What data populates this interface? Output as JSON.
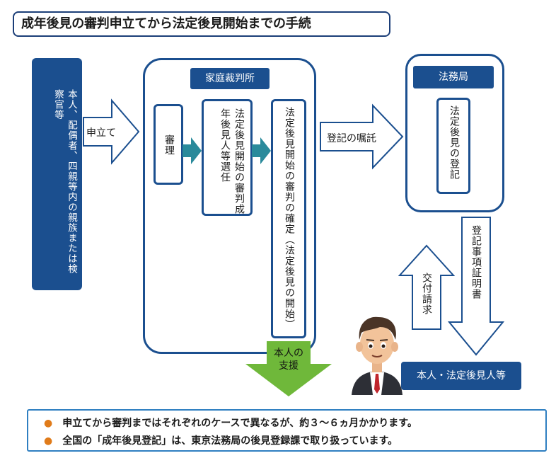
{
  "title": "成年後見の審判申立てから法定後見開始までの手続",
  "applicant": "本人、配偶者、四親等内の親族または検察官等",
  "arrow_petition": "申立て",
  "family_court": {
    "label": "家庭裁判所",
    "steps": [
      "審理",
      "法定後見開始の審判成年後見人等選任",
      "法定後見開始の審判の確定（法定後見の開始）"
    ]
  },
  "arrow_registration_request": "登記の嘱託",
  "legal_affairs_bureau": {
    "label": "法務局",
    "step": "法定後見の登記"
  },
  "arrow_certificate": "登記事項証明書",
  "arrow_issue_request": "交付請求",
  "support_label": "本人の支援",
  "person_label": "本人・法定後見人等",
  "notes": [
    "申立てから審判まではそれぞれのケースで異なるが、約３～６ヵ月かかります。",
    "全国の「成年後見登記」は、東京法務局の後見登録課で取り扱っています。"
  ],
  "colors": {
    "navy": "#1b4f8f",
    "arrow_fill": "#ffffff",
    "teal_arrow": "#2a8a9b",
    "green_arrow": "#6fb83a",
    "bullet": "#e07b1a"
  }
}
